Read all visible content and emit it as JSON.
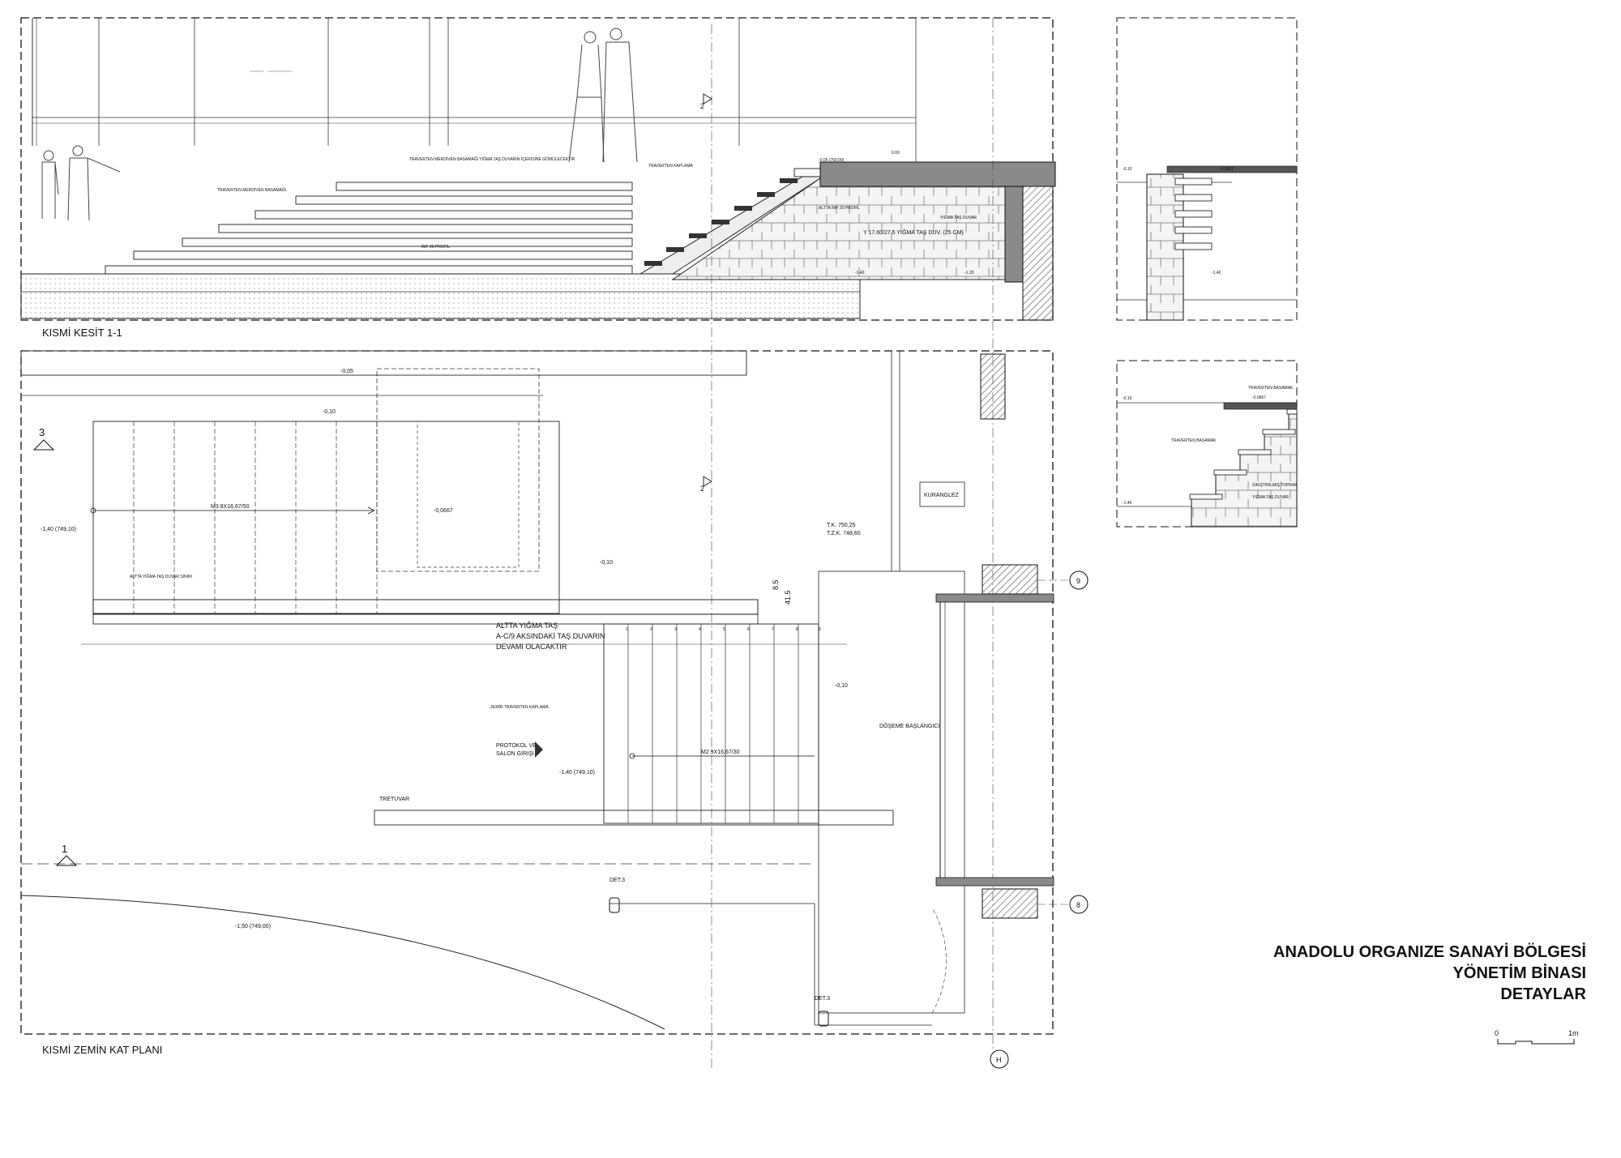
{
  "titles": {
    "line1": "ANADOLU ORGANIZE SANAYİ BÖLGESİ",
    "line2": "YÖNETİM BİNASI",
    "line3": "DETAYLAR"
  },
  "section": {
    "caption": "KISMİ KESİT 1-1",
    "marker": "2",
    "level_top": "-0.05 (750,00)",
    "stair_note": "Y 17.60/27.5 YIĞMA TAŞ DUV. (25 CM)",
    "notes": [
      "TRAVERTEN MERDİVEN BASAMAĞI YIĞMA TAŞ DUVARIN İÇERİSİNE GÖMÜLECEKTİR",
      "TRAVERTEN MERDİVEN BASAMAĞI",
      "İMF 20 PROFİL",
      "TRAVERTEN KAPLAMA",
      "ALTTA İMF 20 PROFİL",
      "YIĞMA TAŞ DUVAR"
    ],
    "levels": [
      "-1.40",
      "-1.20",
      "0.00"
    ]
  },
  "plan": {
    "caption": "KISMİ ZEMİN KAT PLANI",
    "stair_m3": "M3 8X16,67/50",
    "stair_m2": "M2 9X16,67/30",
    "kuranglez": "KURANGLEZ",
    "wall_note": [
      "ALTTA YIĞMA TAŞ",
      "A-C/9 AKSINDAKİ TAŞ DUVARIN",
      "DEVAMI OLACAKTIR"
    ],
    "protocol": [
      "PROTOKOL VE",
      "SALON GİRİŞİ"
    ],
    "tretuvar": "TRETUVAR",
    "doseme": "DÖŞEME BAŞLANGICI",
    "tk": "T.K. 750,25",
    "tzk": "T.Z.K. 748,60",
    "lv_005": "-0,05",
    "lv_010a": "-0,10",
    "lv_0667": "-0,0667",
    "lv_010b": "-0,10",
    "lv_010c": "-0,10",
    "lv_140a": "-1,40 (749,10)",
    "lv_140b": "-1,40 (749,10)",
    "lv_150": "-1,50 (749,00)",
    "dim_85": "8.5",
    "dim_415": "41.5",
    "det3a": "DET.3",
    "det3b": "DET.3",
    "sec3": "3",
    "sec1": "1",
    "sec2": "2",
    "wall_label": "ALTTA YIĞMA TAŞ DUVAR SINIRI",
    "step_numbers": [
      "1",
      "2",
      "3",
      "4",
      "5",
      "6",
      "7",
      "8",
      "9"
    ],
    "zemin_note": "ZEMİN TRAVERTEN KAPLAMA"
  },
  "axes": {
    "axis9": "9",
    "axis8": "8",
    "axisH": "H"
  },
  "details": {
    "d1_levels": [
      "-0.10",
      "-0.0667",
      "-1.40"
    ],
    "d2_levels": [
      "-0.10",
      "-0.0667",
      "-1.40"
    ],
    "d2_notes": [
      "TRAVERTEN BASAMAK",
      "TRAVERTEN BASAMAK",
      "YIĞMA TAŞ DUVAR",
      "SIKIŞTIRILMIŞ TOPRAK"
    ]
  },
  "scale": {
    "zero": "0",
    "one": "1m"
  },
  "colors": {
    "line": "#111111",
    "hatch": "#555555",
    "stone": "#cfcfcf",
    "concrete": "#8a8a8a"
  }
}
